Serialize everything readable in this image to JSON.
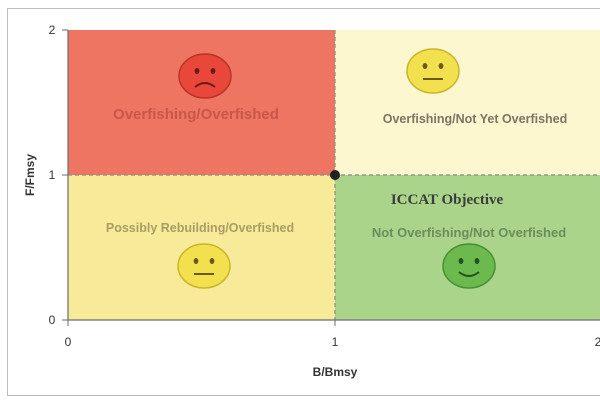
{
  "axes": {
    "x_label": "B/Bmsy",
    "y_label": "F/Fmsy",
    "x_ticks": [
      "0",
      "1",
      "2"
    ],
    "y_ticks": [
      "0",
      "1",
      "2"
    ]
  },
  "quadrants": {
    "top_left": {
      "label": "Overfishing/Overfished",
      "color": "#ef7563",
      "face": "sad-face-icon"
    },
    "top_right": {
      "label": "Overfishing/Not Yet Overfished",
      "color": "#fdf7cf",
      "face": "neutral-face-icon"
    },
    "bottom_left": {
      "label": "Possibly Rebuilding/Overfished",
      "color": "#f7eb9a",
      "face": "neutral-face-icon"
    },
    "bottom_right": {
      "label": "Not Overfishing/Not Overfished",
      "color": "#a9d48a",
      "face": "happy-face-icon"
    }
  },
  "objective": {
    "label": "ICCAT Objective",
    "point": {
      "x": 1,
      "y": 1
    }
  }
}
